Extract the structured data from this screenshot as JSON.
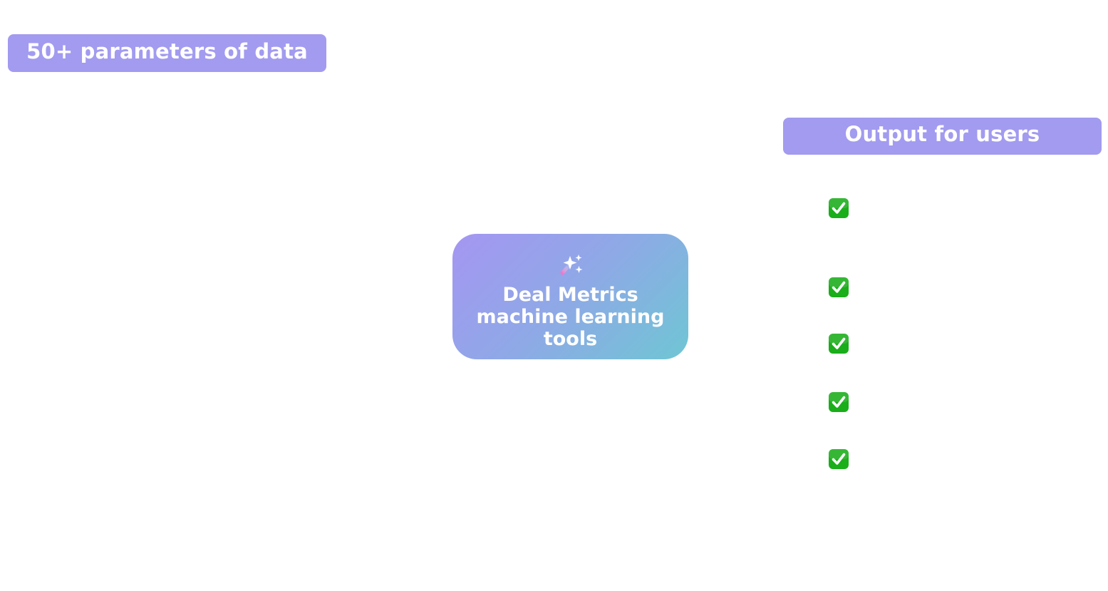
{
  "input": {
    "header_label": "50+ parameters of data"
  },
  "center": {
    "icon": "sparkles-icon",
    "title_line1": "Deal Metrics",
    "title_line2": "machine learning",
    "title_line3": "tools"
  },
  "output": {
    "header_label": "Output for users",
    "items": [
      {
        "icon": "check-mark-button-icon"
      },
      {
        "icon": "check-mark-button-icon"
      },
      {
        "icon": "check-mark-button-icon"
      },
      {
        "icon": "check-mark-button-icon"
      },
      {
        "icon": "check-mark-button-icon"
      }
    ]
  },
  "colors": {
    "header_background": "#a29bf0",
    "center_gradient_start": "#a596f2",
    "center_gradient_end": "#6fc6d4",
    "check_green": "#1aae1a",
    "text": "#ffffff"
  }
}
